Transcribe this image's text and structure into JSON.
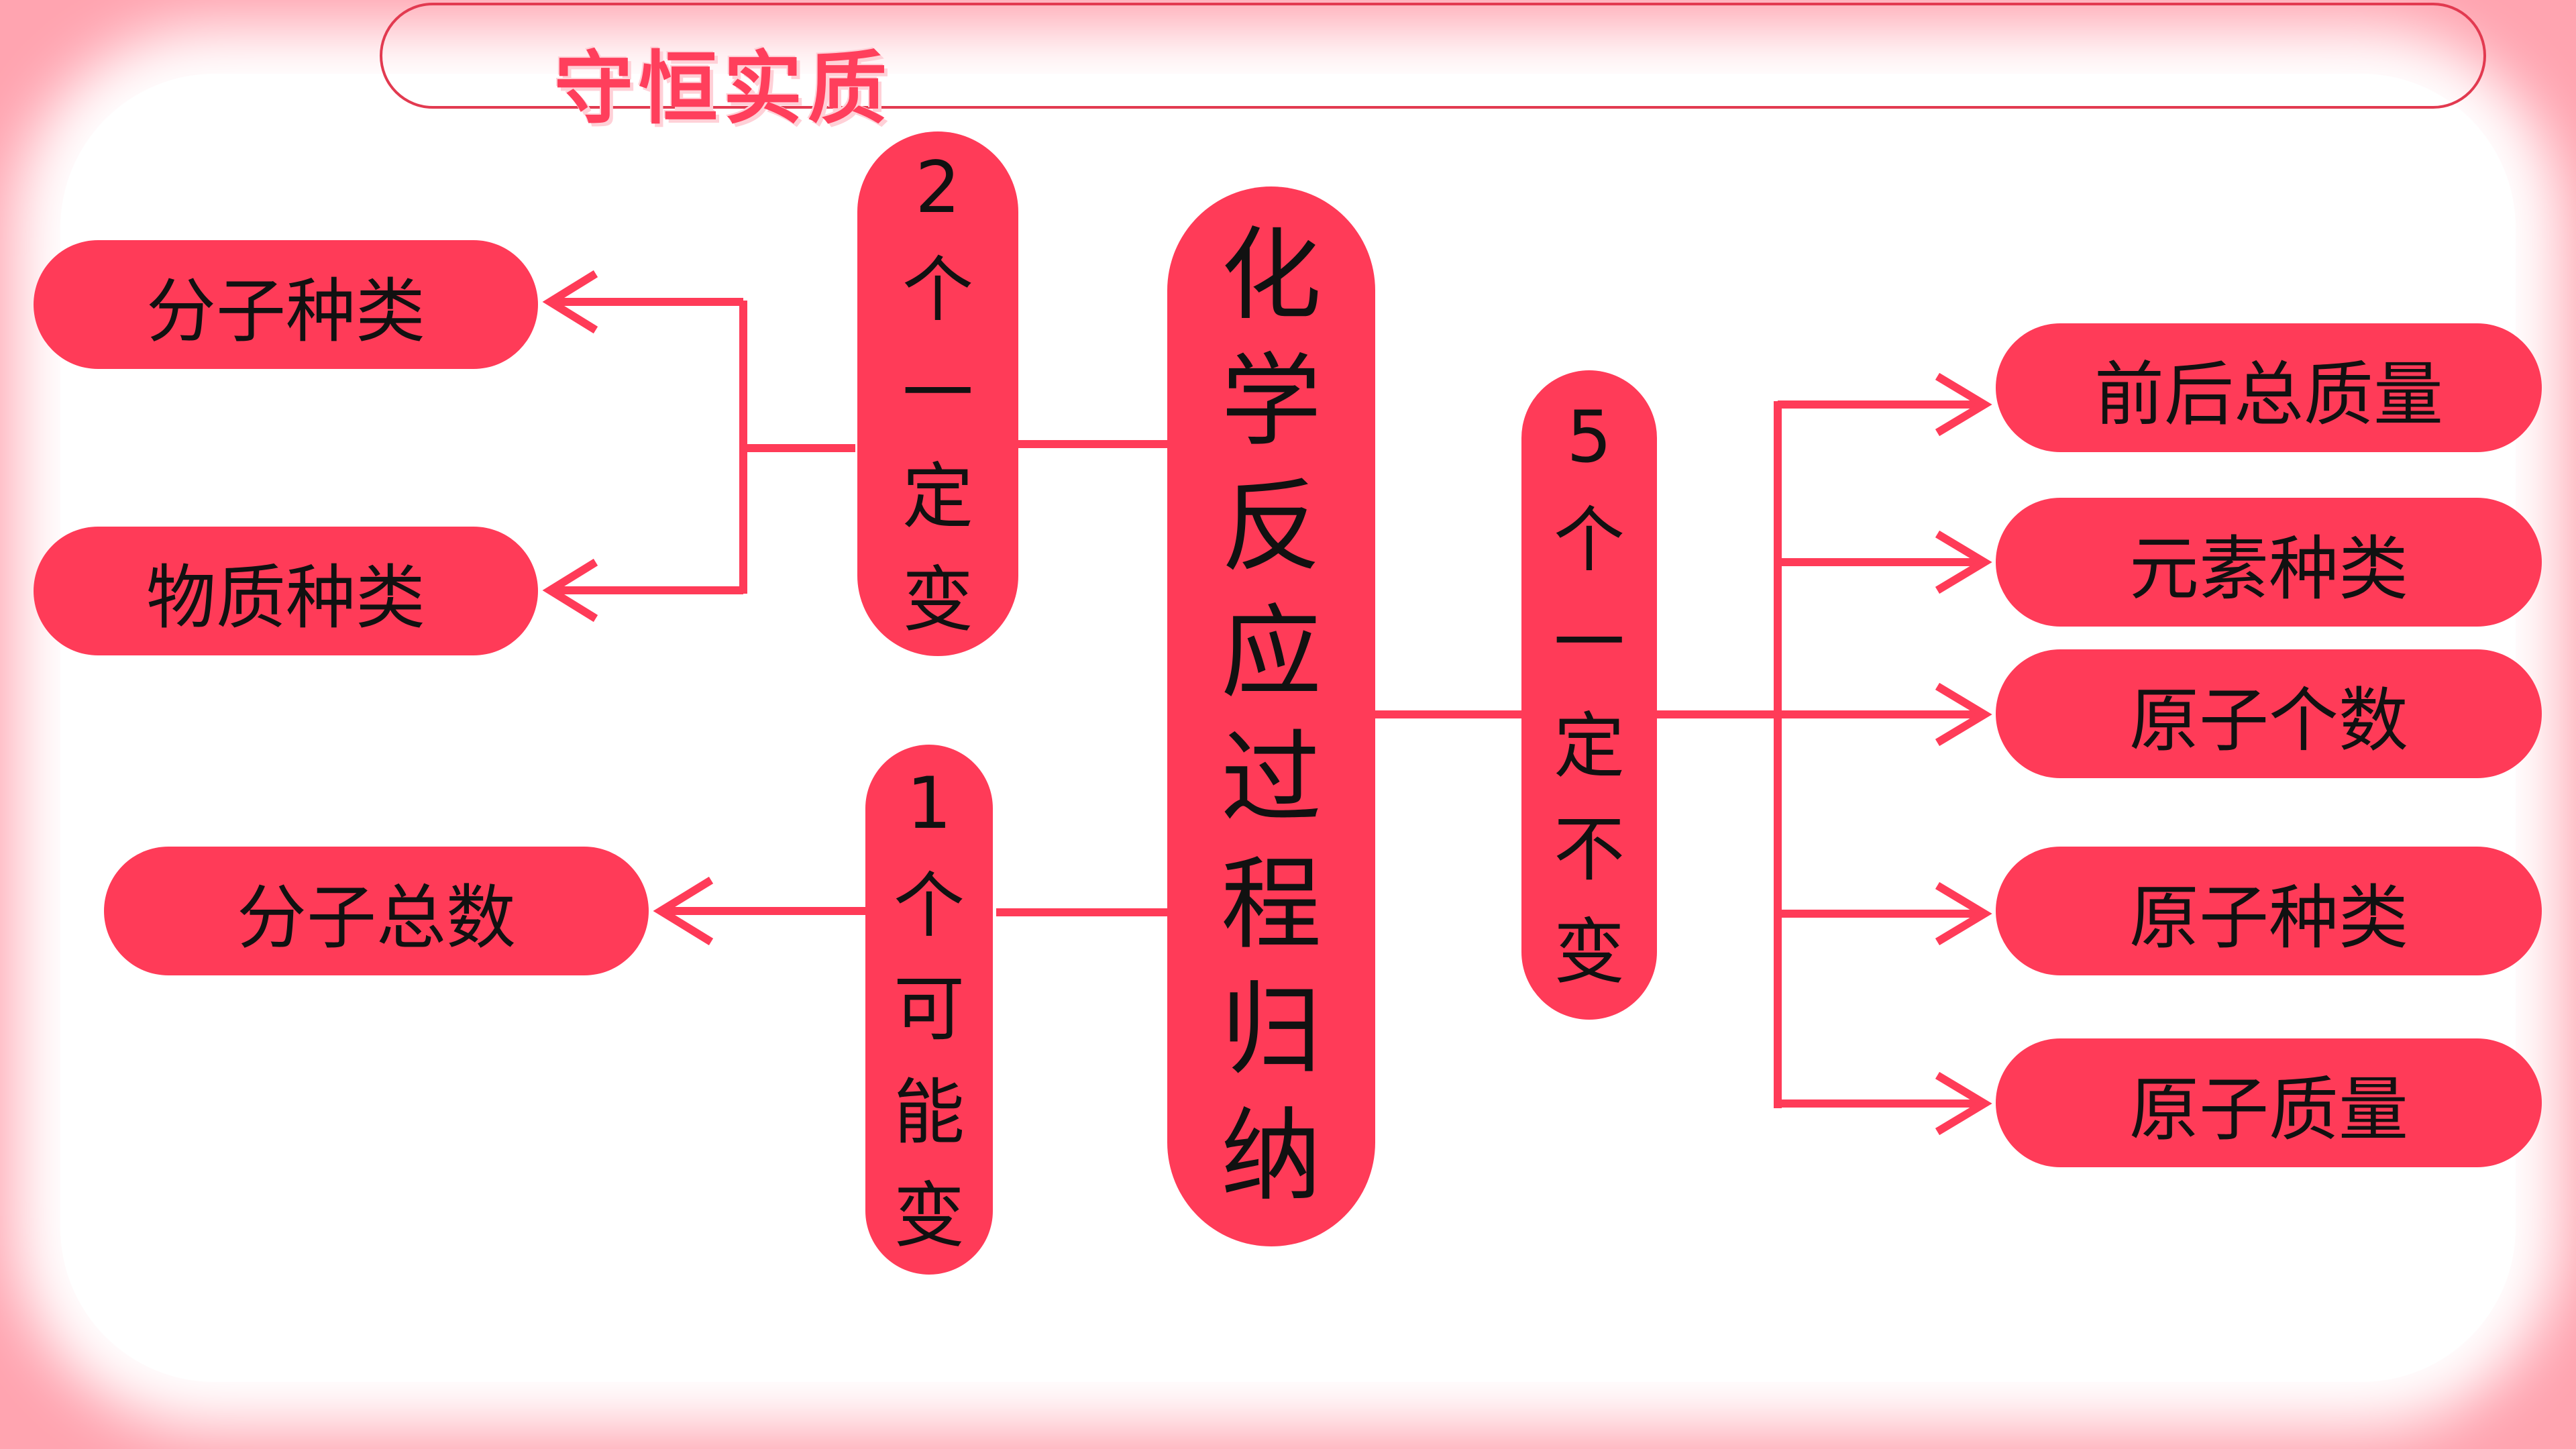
{
  "title": "守恒实质",
  "center": {
    "label": "化学反应过程归纳"
  },
  "groups": {
    "two_certain_change": {
      "label": "2个一定变",
      "items": [
        "分子种类",
        "物质种类"
      ]
    },
    "one_may_change": {
      "label": "1个可能变",
      "items": [
        "分子总数"
      ]
    },
    "five_unchanged": {
      "label": "5个一定不变",
      "items": [
        "前后总质量",
        "元素种类",
        "原子个数",
        "原子种类",
        "原子质量"
      ]
    }
  },
  "colors": {
    "pill": "#ff3b58",
    "line": "#ff3b58",
    "background": "#ffa4b0",
    "title": "#ff3f5c"
  }
}
